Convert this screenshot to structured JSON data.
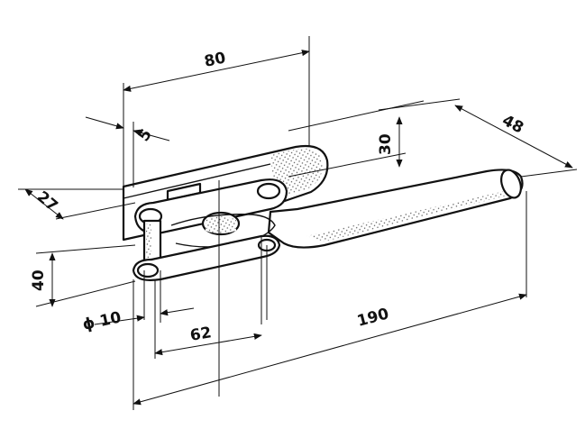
{
  "dimensions": {
    "d80": "80",
    "d5": "5",
    "d27": "27",
    "d30": "30",
    "d48": "48",
    "d40": "40",
    "d10": "ϕ 10",
    "d62": "62",
    "d190": "190"
  }
}
